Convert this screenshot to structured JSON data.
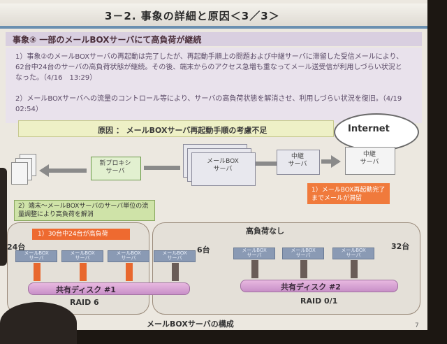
{
  "slide": {
    "title": "3－2. 事象の詳細と原因＜3／3＞",
    "section_heading": "事象③ 一部のメールBOXサーバにて高負荷が継続",
    "detail1": "1）事象②のメールBOXサーバの再起動は完了したが、再起動手順上の問題および中継サーバに滞留した受信メールにより、62台中24台のサーバの高負荷状態が継続。その後、端末からのアクセス急増も重なってメール送受信が利用しづらい状況となった。（4/16　13:29）",
    "detail2": "2）メールBOXサーバへの流量のコントロール等により、サーバの高負荷状態を解消させ、利用しづらい状況を復旧。（4/19　02:54）",
    "cause": "原因 ： メールBOXサーバ再起動手順の考慮不足",
    "internet": "Internet",
    "proxy_label": "新プロキシ\nサーバ",
    "mailbox_label": "メールBOX\nサーバ",
    "relay1_label": "中継\nサーバ",
    "relay2_label": "中継\nサーバ",
    "callout_green": "2）端末～メールBOXサーバのサーバ単位の流量調整により高負荷を解消",
    "callout_orange": "1）メールBOX再起動完了までメールが滞留",
    "callout_red": "1）30台中24台が高負荷",
    "left_count": "24台",
    "mid_count": "6台",
    "right_heading": "高負荷なし",
    "right_count": "32台",
    "server_label": "メールBOX\nサーバ",
    "disk1": "共有ディスク #1",
    "raid1": "RAID 6",
    "disk2": "共有ディスク #2",
    "raid2": "RAID 0/1",
    "caption": "メールBOXサーバの構成",
    "page_no": "7"
  },
  "colors": {
    "title_rule": "#6a8fb0",
    "section_bg": "#d9cfe0",
    "cause_bg": "#eef0c6",
    "callout_orange": "#f07a3c",
    "callout_green": "#cfe3a8",
    "server": "#8a9ab4",
    "disk": "#c890c8"
  }
}
